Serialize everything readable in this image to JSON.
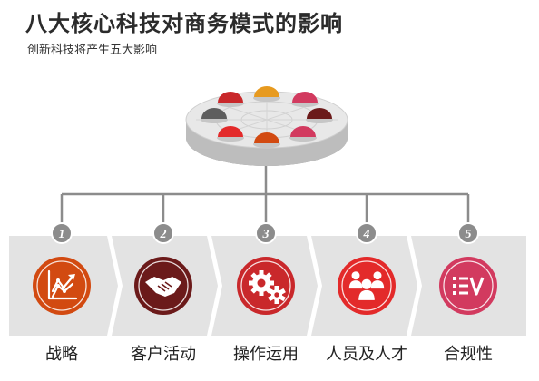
{
  "header": {
    "title": "八大核心科技对商务模式的影响",
    "subtitle": "创新科技将产生五大影响"
  },
  "colors": {
    "orange": "#d24a11",
    "dark_red": "#6b1a1a",
    "red": "#c9282b",
    "bright_red": "#e32a2a",
    "pink": "#d23a5f",
    "gray": "#5e5e5e",
    "dome_orange": "#e79a1f",
    "band": "#e3e3e3",
    "connector": "#8c8c8c"
  },
  "hub": {
    "icon": "hub-platform-with-eight-domes",
    "dome_colors": [
      "#e79a1f",
      "#d23a5f",
      "#6b1a1a",
      "#d23a5f",
      "#d24a11",
      "#e32a2a",
      "#5e5e5e",
      "#c9282b"
    ]
  },
  "impacts": [
    {
      "number": "1",
      "label": "战略",
      "icon": "chart-growth-icon",
      "color": "#d24a11"
    },
    {
      "number": "2",
      "label": "客户活动",
      "icon": "handshake-icon",
      "color": "#6b1a1a"
    },
    {
      "number": "3",
      "label": "操作运用",
      "icon": "gears-icon",
      "color": "#c9282b"
    },
    {
      "number": "4",
      "label": "人员及人才",
      "icon": "people-group-icon",
      "color": "#e32a2a"
    },
    {
      "number": "5",
      "label": "合规性",
      "icon": "checklist-icon",
      "color": "#d23a5f"
    }
  ]
}
